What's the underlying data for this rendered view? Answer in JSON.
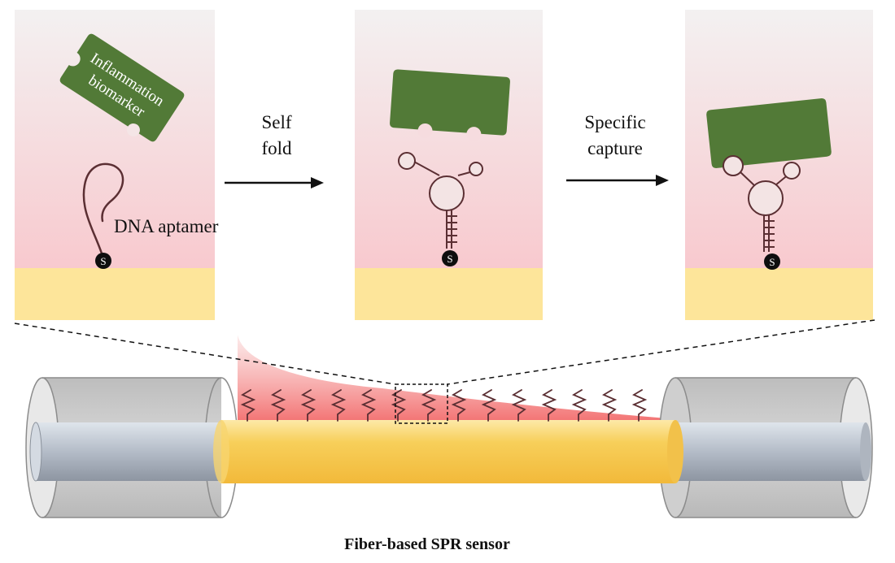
{
  "labels": {
    "biomarker_line1": "Inflammation",
    "biomarker_line2": "biomarker",
    "aptamer": "DNA aptamer",
    "thiol": "S",
    "step1_line1": "Self",
    "step1_line2": "fold",
    "step2_line1": "Specific",
    "step2_line2": "capture",
    "caption": "Fiber-based SPR sensor"
  },
  "colors": {
    "biomarker": "#527a37",
    "gold_layer": "#fde59a",
    "gradient_top": "#f3f1f1",
    "gradient_bottom": "#f8c9ce",
    "aptamer": "#5b2f33",
    "fiber_core": "#f6c74a",
    "cladding": "#cbcbcb"
  }
}
